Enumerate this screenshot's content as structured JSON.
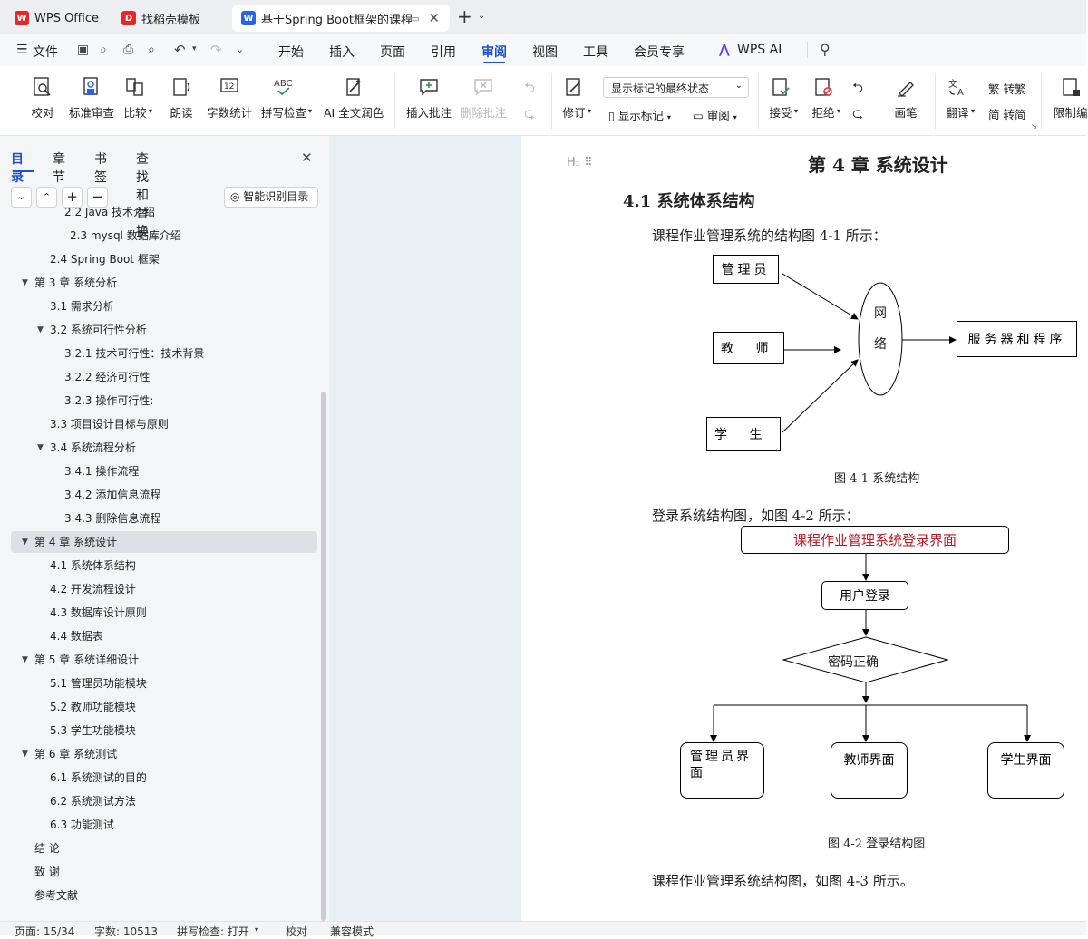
{
  "tabs": [
    {
      "label": "WPS Office"
    },
    {
      "label": "找稻壳模板"
    },
    {
      "label": "基于Spring Boot框架的课程"
    }
  ],
  "menu": {
    "file": "文件",
    "items": [
      "开始",
      "插入",
      "页面",
      "引用",
      "审阅",
      "视图",
      "工具",
      "会员专享"
    ],
    "active": "审阅",
    "ai": "WPS AI"
  },
  "ribbon": {
    "buttons": [
      "校对",
      "标准审查",
      "比较",
      "朗读",
      "字数统计",
      "拼写检查",
      "AI 全文润色",
      "插入批注",
      "删除批注",
      "修订",
      "显示标记",
      "审阅",
      "接受",
      "拒绝",
      "画笔",
      "翻译",
      "转繁",
      "转简",
      "限制编"
    ],
    "markup_select": "显示标记的最终状态"
  },
  "panel": {
    "tabs": [
      "目录",
      "章节",
      "书签",
      "查找和替换"
    ],
    "smart_btn": "智能识别目录",
    "toc": [
      {
        "label": "2.2  Java 技术介绍",
        "level": 3
      },
      {
        "label": "2.3 mysql 数据库介绍",
        "level": 3
      },
      {
        "label": "2.4 Spring    Boot 框架",
        "level": 2
      },
      {
        "label": "第 3 章  系统分析",
        "level": 1,
        "caret": true
      },
      {
        "label": "3.1  需求分析",
        "level": 2
      },
      {
        "label": "3.2  系统可行性分析",
        "level": 2,
        "caret": true
      },
      {
        "label": "3.2.1 技术可行性：技术背景",
        "level": 3
      },
      {
        "label": "3.2.2 经济可行性",
        "level": 3
      },
      {
        "label": "3.2.3 操作可行性:",
        "level": 3
      },
      {
        "label": "3.3  项目设计目标与原则",
        "level": 2
      },
      {
        "label": "3.4 系统流程分析",
        "level": 2,
        "caret": true
      },
      {
        "label": "3.4.1 操作流程",
        "level": 3
      },
      {
        "label": "3.4.2 添加信息流程",
        "level": 3
      },
      {
        "label": "3.4.3 删除信息流程",
        "level": 3
      },
      {
        "label": "第 4 章  系统设计",
        "level": 1,
        "caret": true,
        "active": true
      },
      {
        "label": "4.1  系统体系结构",
        "level": 2
      },
      {
        "label": "4.2 开发流程设计",
        "level": 2
      },
      {
        "label": "4.3  数据库设计原则",
        "level": 2
      },
      {
        "label": "4.4  数据表",
        "level": 2
      },
      {
        "label": "第 5 章  系统详细设计",
        "level": 1,
        "caret": true
      },
      {
        "label": "5.1 管理员功能模块",
        "level": 2
      },
      {
        "label": "5.2 教师功能模块",
        "level": 2
      },
      {
        "label": "5.3 学生功能模块",
        "level": 2
      },
      {
        "label": "第 6 章    系统测试",
        "level": 1,
        "caret": true
      },
      {
        "label": "6.1 系统测试的目的",
        "level": 2
      },
      {
        "label": "6.2 系统测试方法",
        "level": 2
      },
      {
        "label": "6.3 功能测试",
        "level": 2
      },
      {
        "label": "结   论",
        "level": 1
      },
      {
        "label": "致   谢",
        "level": 1
      },
      {
        "label": "参考文献",
        "level": 1
      }
    ]
  },
  "doc": {
    "chapter": "第 4 章  系统设计",
    "section": "4.1  系统体系结构",
    "para1": "课程作业管理系统的结构图 4-1 所示：",
    "fig1": {
      "admin": "管理员",
      "teacher": "教  师",
      "student": "学  生",
      "net1": "网",
      "net2": "络",
      "server": "服务器和程序",
      "caption": "图 4-1  系统结构"
    },
    "para2": "登录系统结构图，如图 4-2 所示：",
    "fig2": {
      "title": "课程作业管理系统登录界面",
      "login": "用户登录",
      "check": "密码正确",
      "admin": "管理员界面",
      "teacher": "教师界面",
      "student": "学生界面",
      "caption": "图 4-2  登录结构图"
    },
    "para3": "课程作业管理系统结构图，如图 4-3 所示。"
  },
  "status": {
    "page": "页面: 15/34",
    "words": "字数: 10513",
    "spell": "拼写检查: 打开",
    "proof": "校对",
    "compat": "兼容模式"
  }
}
